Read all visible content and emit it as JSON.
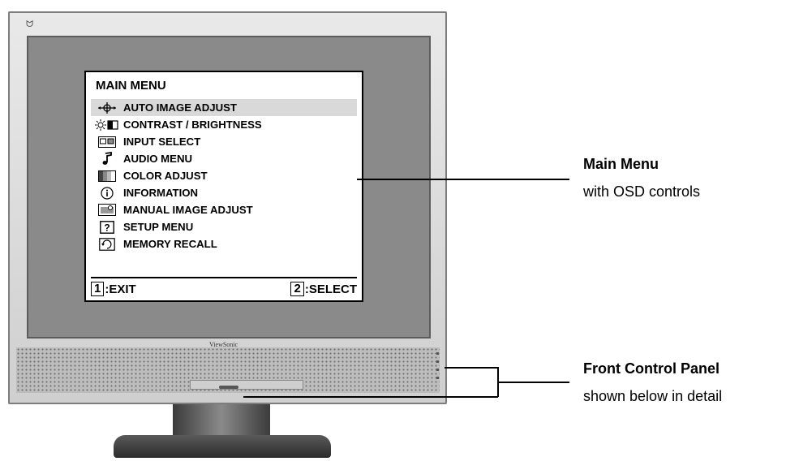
{
  "osd": {
    "title": "MAIN MENU",
    "items": [
      {
        "label": "AUTO IMAGE ADJUST",
        "icon": "crosshair-arrows-icon",
        "active": true
      },
      {
        "label": "CONTRAST / BRIGHTNESS",
        "icon": "sun-contrast-icon"
      },
      {
        "label": "INPUT SELECT",
        "icon": "input-screens-icon"
      },
      {
        "label": "AUDIO MENU",
        "icon": "music-note-icon"
      },
      {
        "label": "COLOR ADJUST",
        "icon": "color-bars-icon"
      },
      {
        "label": "INFORMATION",
        "icon": "info-circle-icon"
      },
      {
        "label": "MANUAL IMAGE ADJUST",
        "icon": "image-adjust-icon"
      },
      {
        "label": "SETUP MENU",
        "icon": "question-box-icon"
      },
      {
        "label": "MEMORY RECALL",
        "icon": "memory-recall-icon"
      }
    ],
    "footer": {
      "exit_key": "1",
      "exit_label": ":EXIT",
      "select_key": "2",
      "select_label": ":SELECT"
    }
  },
  "monitor": {
    "brand": "ViewSonic",
    "logo": "ᗢ"
  },
  "callouts": {
    "main_menu_title": "Main Menu",
    "main_menu_sub": "with OSD controls",
    "panel_title": "Front Control Panel",
    "panel_sub": "shown below in detail"
  }
}
